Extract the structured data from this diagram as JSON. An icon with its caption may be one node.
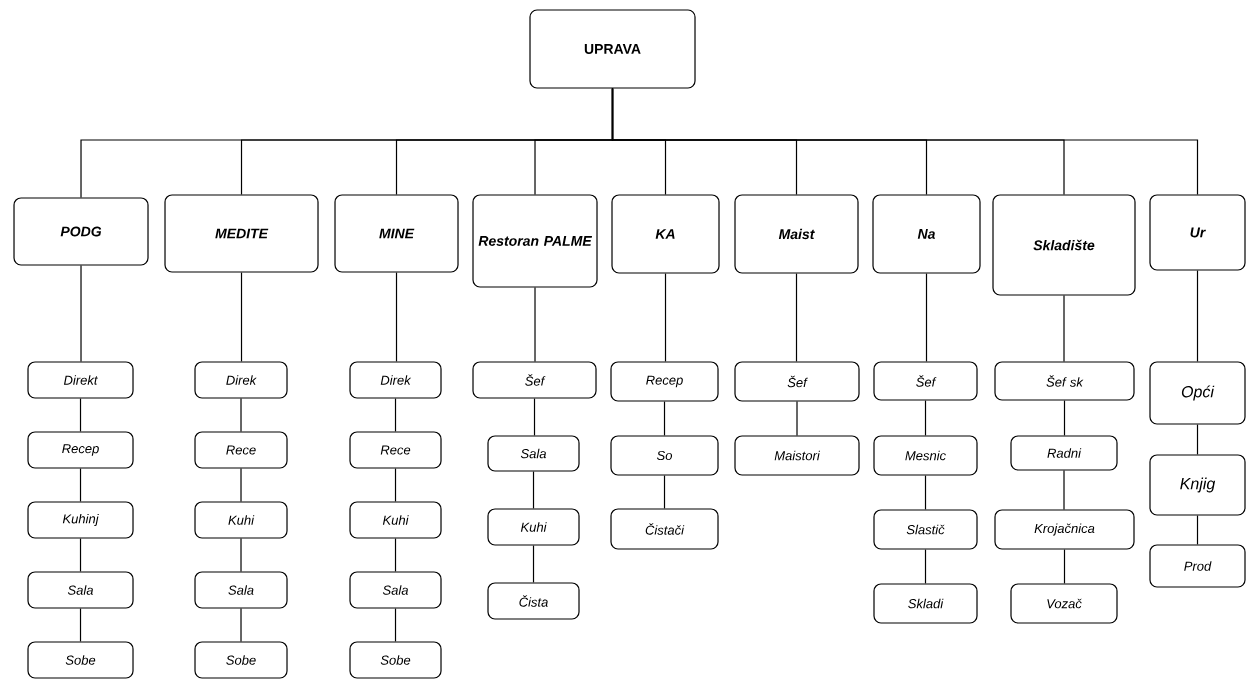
{
  "diagram": {
    "nodes": [
      {
        "text": [
          "UPRAVA"
        ]
      },
      {
        "text": [
          "PODG"
        ]
      },
      {
        "text": [
          "MEDITE"
        ]
      },
      {
        "text": [
          "MINE"
        ]
      },
      {
        "text": [
          "Restoran PALME"
        ]
      },
      {
        "text": [
          "KA"
        ]
      },
      {
        "text": [
          "Maist"
        ]
      },
      {
        "text": [
          "Na"
        ]
      },
      {
        "text": [
          "Skladište"
        ]
      },
      {
        "text": [
          "Ur"
        ]
      },
      {
        "text": [
          "Direkt"
        ]
      },
      {
        "text": [
          "Recep"
        ]
      },
      {
        "text": [
          "Kuhinj"
        ]
      },
      {
        "text": [
          "Sala"
        ]
      },
      {
        "text": [
          "Sobe"
        ]
      },
      {
        "text": [
          "Direk"
        ]
      },
      {
        "text": [
          "Rece"
        ]
      },
      {
        "text": [
          "Kuhi"
        ]
      },
      {
        "text": [
          "Sala"
        ]
      },
      {
        "text": [
          "Sobe"
        ]
      },
      {
        "text": [
          "Direk"
        ]
      },
      {
        "text": [
          "Rece"
        ]
      },
      {
        "text": [
          "Kuhi"
        ]
      },
      {
        "text": [
          "Sala"
        ]
      },
      {
        "text": [
          "Sobe"
        ]
      },
      {
        "text": [
          "Šef"
        ]
      },
      {
        "text": [
          "Sala"
        ]
      },
      {
        "text": [
          "Kuhi"
        ]
      },
      {
        "text": [
          "Čista"
        ]
      },
      {
        "text": [
          "Recep"
        ]
      },
      {
        "text": [
          "So"
        ]
      },
      {
        "text": [
          "Čistači"
        ]
      },
      {
        "text": [
          "Šef"
        ]
      },
      {
        "text": [
          "Maistori"
        ]
      },
      {
        "text": [
          "Šef"
        ]
      },
      {
        "text": [
          "Mesnic"
        ]
      },
      {
        "text": [
          "Slastič"
        ]
      },
      {
        "text": [
          "Skladi"
        ]
      },
      {
        "text": [
          "Šef sk"
        ]
      },
      {
        "text": [
          "Radni"
        ]
      },
      {
        "text": [
          "Krojačnica"
        ]
      },
      {
        "text": [
          "Vozač"
        ]
      },
      {
        "text": [
          "Opći"
        ]
      },
      {
        "text": [
          "Knjig"
        ]
      },
      {
        "text": [
          "Prod"
        ]
      }
    ],
    "edges": [
      {
        "from": 0,
        "to": 1,
        "arrow": "none"
      },
      {
        "from": 0,
        "to": 2,
        "arrow": "none"
      },
      {
        "from": 0,
        "to": 3,
        "arrow": "none"
      },
      {
        "from": 0,
        "to": 4,
        "arrow": "none"
      },
      {
        "from": 0,
        "to": 5,
        "arrow": "none"
      },
      {
        "from": 0,
        "to": 6,
        "arrow": "none"
      },
      {
        "from": 0,
        "to": 7,
        "arrow": "none"
      },
      {
        "from": 0,
        "to": 8,
        "arrow": "none"
      },
      {
        "from": 0,
        "to": 9,
        "arrow": "none"
      },
      {
        "from": 1,
        "to": 10,
        "arrow": "none"
      },
      {
        "from": 10,
        "to": 11,
        "arrow": "none"
      },
      {
        "from": 11,
        "to": 12,
        "arrow": "none"
      },
      {
        "from": 12,
        "to": 13,
        "arrow": "none"
      },
      {
        "from": 13,
        "to": 14,
        "arrow": "none"
      },
      {
        "from": 2,
        "to": 15,
        "arrow": "none"
      },
      {
        "from": 15,
        "to": 16,
        "arrow": "none"
      },
      {
        "from": 16,
        "to": 17,
        "arrow": "none"
      },
      {
        "from": 17,
        "to": 18,
        "arrow": "none"
      },
      {
        "from": 18,
        "to": 19,
        "arrow": "none"
      },
      {
        "from": 3,
        "to": 20,
        "arrow": "none"
      },
      {
        "from": 20,
        "to": 21,
        "arrow": "none"
      },
      {
        "from": 21,
        "to": 22,
        "arrow": "none"
      },
      {
        "from": 22,
        "to": 23,
        "arrow": "none"
      },
      {
        "from": 23,
        "to": 24,
        "arrow": "none"
      },
      {
        "from": 4,
        "to": 25,
        "arrow": "none"
      },
      {
        "from": 25,
        "to": 26,
        "arrow": "none"
      },
      {
        "from": 26,
        "to": 27,
        "arrow": "none"
      },
      {
        "from": 27,
        "to": 28,
        "arrow": "none"
      },
      {
        "from": 5,
        "to": 29,
        "arrow": "none"
      },
      {
        "from": 29,
        "to": 30,
        "arrow": "none"
      },
      {
        "from": 30,
        "to": 31,
        "arrow": "none"
      },
      {
        "from": 6,
        "to": 32,
        "arrow": "none"
      },
      {
        "from": 32,
        "to": 33,
        "arrow": "none"
      },
      {
        "from": 7,
        "to": 34,
        "arrow": "none"
      },
      {
        "from": 34,
        "to": 35,
        "arrow": "none"
      },
      {
        "from": 35,
        "to": 36,
        "arrow": "none"
      },
      {
        "from": 36,
        "to": 37,
        "arrow": "none"
      },
      {
        "from": 8,
        "to": 38,
        "arrow": "none"
      },
      {
        "from": 38,
        "to": 39,
        "arrow": "none"
      },
      {
        "from": 39,
        "to": 40,
        "arrow": "none"
      },
      {
        "from": 40,
        "to": 41,
        "arrow": "none"
      },
      {
        "from": 9,
        "to": 42,
        "arrow": "none"
      },
      {
        "from": 42,
        "to": 43,
        "arrow": "none"
      },
      {
        "from": 43,
        "to": 44,
        "arrow": "none"
      }
    ]
  }
}
